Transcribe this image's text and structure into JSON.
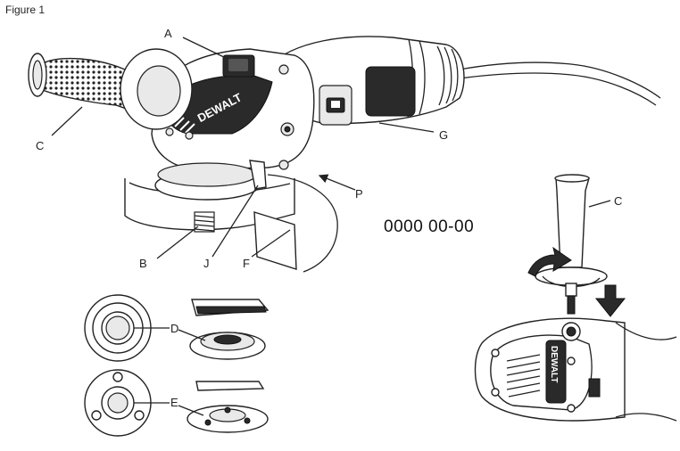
{
  "figure": {
    "caption": "Figure 1"
  },
  "labels": {
    "A": "A",
    "B": "B",
    "C": "C",
    "C2": "C",
    "D": "D",
    "E": "E",
    "F": "F",
    "G": "G",
    "J": "J",
    "P": "P"
  },
  "serial": "0000  00-00",
  "brand": "DEWALT",
  "icons": [
    "grinder-icon",
    "side-handle-icon",
    "arrow-icon"
  ]
}
